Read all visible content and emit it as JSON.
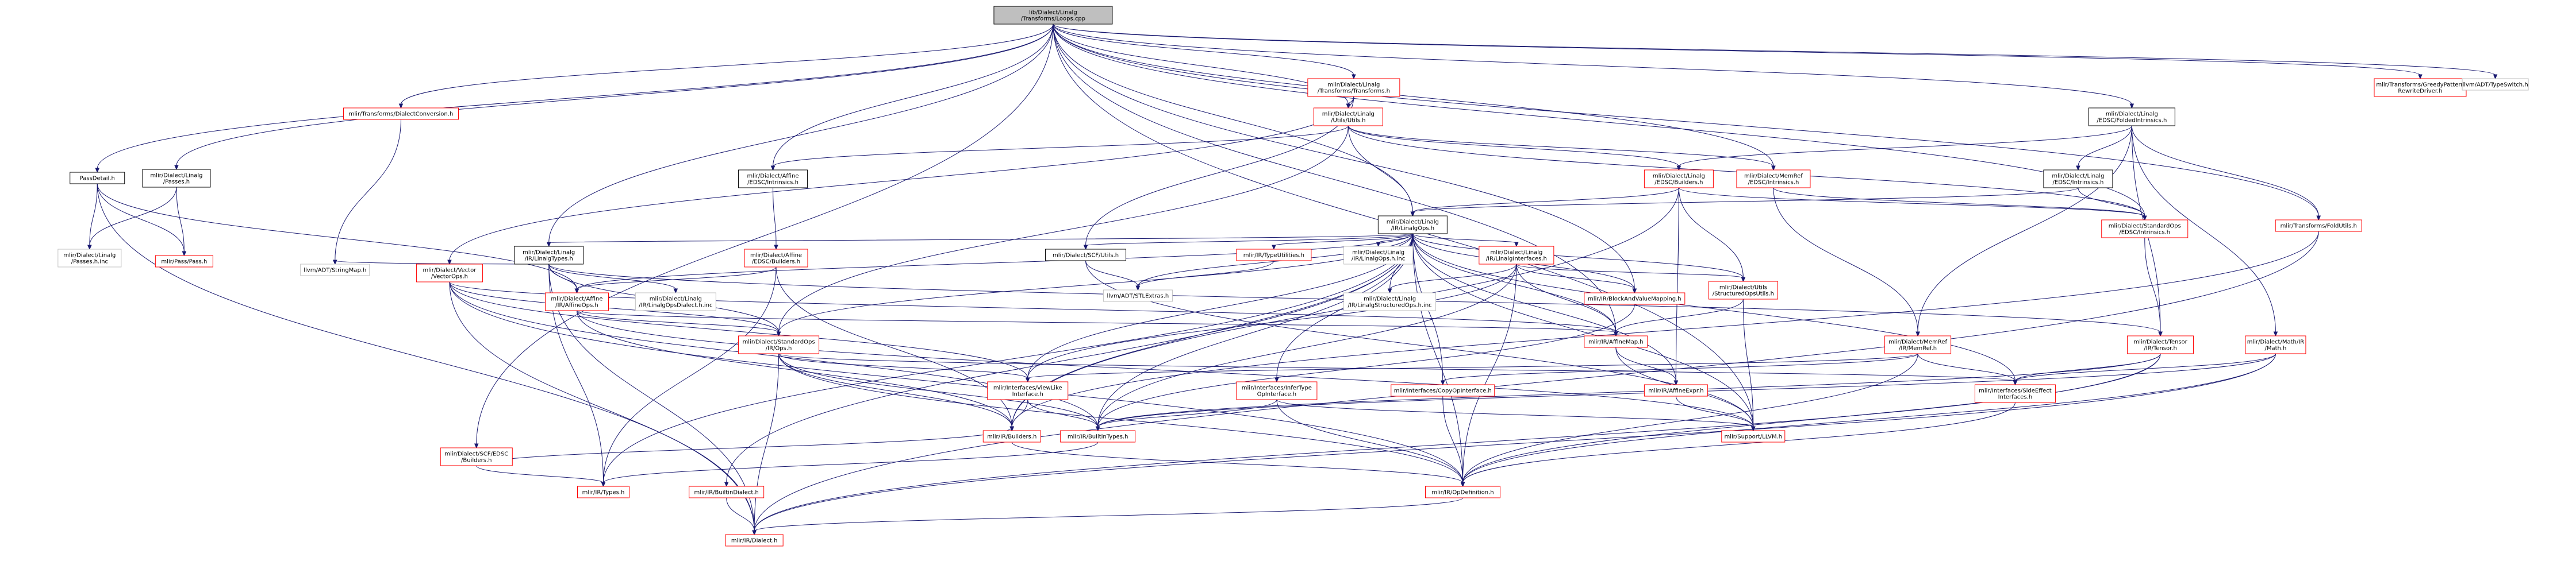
{
  "nodes": [
    {
      "id": "root",
      "lines": [
        "lib/Dialect/Linalg",
        "/Transforms/Loops.cpp"
      ],
      "kind": "root"
    },
    {
      "id": "passdetail",
      "lines": [
        "PassDetail.h"
      ],
      "kind": "black"
    },
    {
      "id": "linalgpasses",
      "lines": [
        "mlir/Dialect/Linalg",
        "/Passes.h"
      ],
      "kind": "black"
    },
    {
      "id": "scfedsc",
      "lines": [
        "mlir/Dialect/SCF/EDSC",
        "/Builders.h"
      ],
      "kind": "red"
    },
    {
      "id": "dialectconv",
      "lines": [
        "mlir/Transforms/DialectConversion.h"
      ],
      "kind": "red"
    },
    {
      "id": "linalgtypes",
      "lines": [
        "mlir/Dialect/Linalg",
        "/IR/LinalgTypes.h"
      ],
      "kind": "black"
    },
    {
      "id": "linalgtransforms",
      "lines": [
        "mlir/Dialect/Linalg",
        "/Transforms/Transforms.h"
      ],
      "kind": "red"
    },
    {
      "id": "affineintr",
      "lines": [
        "mlir/Dialect/Affine",
        "/EDSC/Intrinsics.h"
      ],
      "kind": "black"
    },
    {
      "id": "linalgutils",
      "lines": [
        "mlir/Dialect/Linalg",
        "/Utils/Utils.h"
      ],
      "kind": "red"
    },
    {
      "id": "linalgedscb",
      "lines": [
        "mlir/Dialect/Linalg",
        "/EDSC/Builders.h"
      ],
      "kind": "red"
    },
    {
      "id": "memrefintr",
      "lines": [
        "mlir/Dialect/MemRef",
        "/EDSC/Intrinsics.h"
      ],
      "kind": "red"
    },
    {
      "id": "foldedintr",
      "lines": [
        "mlir/Dialect/Linalg",
        "/EDSC/FoldedIntrinsics.h"
      ],
      "kind": "black"
    },
    {
      "id": "linalgintr",
      "lines": [
        "mlir/Dialect/Linalg",
        "/EDSC/Intrinsics.h"
      ],
      "kind": "black"
    },
    {
      "id": "stdintr",
      "lines": [
        "mlir/Dialect/StandardOps",
        "/EDSC/Intrinsics.h"
      ],
      "kind": "red"
    },
    {
      "id": "foldutils",
      "lines": [
        "mlir/Transforms/FoldUtils.h"
      ],
      "kind": "red"
    },
    {
      "id": "greedy",
      "lines": [
        "mlir/Transforms/GreedyPattern",
        "RewriteDriver.h"
      ],
      "kind": "red"
    },
    {
      "id": "typeswitch",
      "lines": [
        "llvm/ADT/TypeSwitch.h"
      ],
      "kind": "grey"
    },
    {
      "id": "linalgops",
      "lines": [
        "mlir/Dialect/Linalg",
        "/IR/LinalgOps.h"
      ],
      "kind": "black"
    },
    {
      "id": "affineedscb",
      "lines": [
        "mlir/Dialect/Affine",
        "/EDSC/Builders.h"
      ],
      "kind": "red"
    },
    {
      "id": "scfutils",
      "lines": [
        "mlir/Dialect/SCF/Utils.h"
      ],
      "kind": "black"
    },
    {
      "id": "typeutil",
      "lines": [
        "mlir/IR/TypeUtilities.h"
      ],
      "kind": "red"
    },
    {
      "id": "linalgopsinc",
      "lines": [
        "mlir/Dialect/Linalg",
        "/IR/LinalgOps.h.inc"
      ],
      "kind": "grey"
    },
    {
      "id": "linalgifaces",
      "lines": [
        "mlir/Dialect/Linalg",
        "/IR/LinalgInterfaces.h"
      ],
      "kind": "red"
    },
    {
      "id": "linalgpassesinc",
      "lines": [
        "mlir/Dialect/Linalg",
        "/Passes.h.inc"
      ],
      "kind": "grey"
    },
    {
      "id": "pass",
      "lines": [
        "mlir/Pass/Pass.h"
      ],
      "kind": "red"
    },
    {
      "id": "stringmap",
      "lines": [
        "llvm/ADT/StringMap.h"
      ],
      "kind": "grey"
    },
    {
      "id": "vectorops",
      "lines": [
        "mlir/Dialect/Vector",
        "/VectorOps.h"
      ],
      "kind": "red"
    },
    {
      "id": "affineops",
      "lines": [
        "mlir/Dialect/Affine",
        "/IR/AffineOps.h"
      ],
      "kind": "red"
    },
    {
      "id": "linalgopsdialect",
      "lines": [
        "mlir/Dialect/Linalg",
        "/IR/LinalgOpsDialect.h.inc"
      ],
      "kind": "grey"
    },
    {
      "id": "stlextras",
      "lines": [
        "llvm/ADT/STLExtras.h"
      ],
      "kind": "grey"
    },
    {
      "id": "linalgstructinc",
      "lines": [
        "mlir/Dialect/Linalg",
        "/IR/LinalgStructuredOps.h.inc"
      ],
      "kind": "grey"
    },
    {
      "id": "blockmapping",
      "lines": [
        "mlir/IR/BlockAndValueMapping.h"
      ],
      "kind": "red"
    },
    {
      "id": "structopsutils",
      "lines": [
        "mlir/Dialect/Utils",
        "/StructuredOpsUtils.h"
      ],
      "kind": "red"
    },
    {
      "id": "memrefintr2_tensor",
      "lines": [
        "mlir/Dialect/Tensor",
        "/IR/Tensor.h"
      ],
      "kind": "red"
    },
    {
      "id": "memrefir",
      "lines": [
        "mlir/Dialect/MemRef",
        "/IR/MemRef.h"
      ],
      "kind": "red"
    },
    {
      "id": "mathir",
      "lines": [
        "mlir/Dialect/Math/IR",
        "/Math.h"
      ],
      "kind": "red"
    },
    {
      "id": "stdops",
      "lines": [
        "mlir/Dialect/StandardOps",
        "/IR/Ops.h"
      ],
      "kind": "red"
    },
    {
      "id": "affinemap",
      "lines": [
        "mlir/IR/AffineMap.h"
      ],
      "kind": "red"
    },
    {
      "id": "viewlike",
      "lines": [
        "mlir/Interfaces/ViewLike",
        "Interface.h"
      ],
      "kind": "red"
    },
    {
      "id": "infertype",
      "lines": [
        "mlir/Interfaces/InferType",
        "OpInterface.h"
      ],
      "kind": "red"
    },
    {
      "id": "copyop",
      "lines": [
        "mlir/Interfaces/CopyOpInterface.h"
      ],
      "kind": "red"
    },
    {
      "id": "affineexpr",
      "lines": [
        "mlir/IR/AffineExpr.h"
      ],
      "kind": "red"
    },
    {
      "id": "sideeffect",
      "lines": [
        "mlir/Interfaces/SideEffect",
        "Interfaces.h"
      ],
      "kind": "red"
    },
    {
      "id": "builders",
      "lines": [
        "mlir/IR/Builders.h"
      ],
      "kind": "red"
    },
    {
      "id": "builtintypes",
      "lines": [
        "mlir/IR/BuiltinTypes.h"
      ],
      "kind": "red"
    },
    {
      "id": "llvmh",
      "lines": [
        "mlir/Support/LLVM.h"
      ],
      "kind": "red"
    },
    {
      "id": "types",
      "lines": [
        "mlir/IR/Types.h"
      ],
      "kind": "red"
    },
    {
      "id": "builtindialect",
      "lines": [
        "mlir/IR/BuiltinDialect.h"
      ],
      "kind": "red"
    },
    {
      "id": "opdef",
      "lines": [
        "mlir/IR/OpDefinition.h"
      ],
      "kind": "red"
    },
    {
      "id": "dialect",
      "lines": [
        "mlir/IR/Dialect.h"
      ],
      "kind": "red"
    }
  ],
  "edges": [
    [
      "root",
      "passdetail"
    ],
    [
      "root",
      "linalgpasses"
    ],
    [
      "root",
      "scfedsc"
    ],
    [
      "root",
      "dialectconv"
    ],
    [
      "root",
      "linalgtypes"
    ],
    [
      "root",
      "linalgtransforms"
    ],
    [
      "root",
      "affineintr"
    ],
    [
      "root",
      "linalgutils"
    ],
    [
      "root",
      "linalgops"
    ],
    [
      "root",
      "memrefintr"
    ],
    [
      "root",
      "foldedintr"
    ],
    [
      "root",
      "stdintr"
    ],
    [
      "root",
      "foldutils"
    ],
    [
      "root",
      "greedy"
    ],
    [
      "root",
      "typeswitch"
    ],
    [
      "root",
      "blockmapping"
    ],
    [
      "root",
      "affinemap"
    ],
    [
      "root",
      "llvmh"
    ],
    [
      "passdetail",
      "linalgpassesinc"
    ],
    [
      "passdetail",
      "pass"
    ],
    [
      "passdetail",
      "affineops"
    ],
    [
      "passdetail",
      "dialect"
    ],
    [
      "linalgpasses",
      "linalgpassesinc"
    ],
    [
      "linalgpasses",
      "pass"
    ],
    [
      "scfedsc",
      "builders"
    ],
    [
      "scfedsc",
      "types"
    ],
    [
      "dialectconv",
      "stringmap"
    ],
    [
      "linalgtransforms",
      "linalgutils"
    ],
    [
      "linalgtransforms",
      "scfutils"
    ],
    [
      "linalgtransforms",
      "vectorops"
    ],
    [
      "linalgutils",
      "affineintr"
    ],
    [
      "linalgutils",
      "linalgedscb"
    ],
    [
      "linalgutils",
      "memrefintr"
    ],
    [
      "linalgutils",
      "linalgops"
    ],
    [
      "linalgutils",
      "stdops"
    ],
    [
      "linalgutils",
      "stdintr"
    ],
    [
      "affineintr",
      "affineedscb"
    ],
    [
      "foldedintr",
      "linalgintr"
    ],
    [
      "foldedintr",
      "linalgedscb"
    ],
    [
      "foldedintr",
      "foldutils"
    ],
    [
      "foldedintr",
      "memrefir"
    ],
    [
      "foldedintr",
      "memrefintr2_tensor"
    ],
    [
      "foldedintr",
      "mathir"
    ],
    [
      "linalgintr",
      "stdintr"
    ],
    [
      "linalgintr",
      "linalgops"
    ],
    [
      "linalgedscb",
      "linalgops"
    ],
    [
      "linalgedscb",
      "stdintr"
    ],
    [
      "linalgedscb",
      "structopsutils"
    ],
    [
      "linalgedscb",
      "affineexpr"
    ],
    [
      "linalgedscb",
      "builders"
    ],
    [
      "memrefintr",
      "stdintr"
    ],
    [
      "memrefintr",
      "memrefir"
    ],
    [
      "stdintr",
      "memrefintr2_tensor"
    ],
    [
      "foldutils",
      "dialect"
    ],
    [
      "foldutils",
      "builders"
    ],
    [
      "linalgops",
      "linalgtypes"
    ],
    [
      "linalgops",
      "scfutils"
    ],
    [
      "linalgops",
      "typeutil"
    ],
    [
      "linalgops",
      "linalgopsinc"
    ],
    [
      "linalgops",
      "linalgifaces"
    ],
    [
      "linalgops",
      "stdops"
    ],
    [
      "linalgops",
      "affineops"
    ],
    [
      "linalgops",
      "stlextras"
    ],
    [
      "linalgops",
      "linalgstructinc"
    ],
    [
      "linalgops",
      "blockmapping"
    ],
    [
      "linalgops",
      "structopsutils"
    ],
    [
      "linalgops",
      "affinemap"
    ],
    [
      "linalgops",
      "viewlike"
    ],
    [
      "linalgops",
      "infertype"
    ],
    [
      "linalgops",
      "copyop"
    ],
    [
      "linalgops",
      "sideeffect"
    ],
    [
      "linalgops",
      "builders"
    ],
    [
      "linalgops",
      "builtintypes"
    ],
    [
      "linalgops",
      "types"
    ],
    [
      "linalgops",
      "builtindialect"
    ],
    [
      "linalgops",
      "opdef"
    ],
    [
      "linalgops",
      "llvmh"
    ],
    [
      "linalgops",
      "affineexpr"
    ],
    [
      "affineedscb",
      "affineops"
    ],
    [
      "affineedscb",
      "types"
    ],
    [
      "affineedscb",
      "builders"
    ],
    [
      "scfutils",
      "stlextras"
    ],
    [
      "scfutils",
      "llvmh"
    ],
    [
      "typeutil",
      "stlextras"
    ],
    [
      "linalgifaces",
      "linalgstructinc"
    ],
    [
      "linalgifaces",
      "blockmapping"
    ],
    [
      "linalgifaces",
      "structopsutils"
    ],
    [
      "linalgifaces",
      "affinemap"
    ],
    [
      "linalgifaces",
      "viewlike"
    ],
    [
      "linalgifaces",
      "opdef"
    ],
    [
      "linalgifaces",
      "builtintypes"
    ],
    [
      "linalgtypes",
      "stringmap"
    ],
    [
      "linalgtypes",
      "affineops"
    ],
    [
      "linalgtypes",
      "linalgopsdialect"
    ],
    [
      "linalgtypes",
      "dialect"
    ],
    [
      "linalgtypes",
      "types"
    ],
    [
      "linalgtypes",
      "memrefintr2_tensor"
    ],
    [
      "linalgtypes",
      "stdops"
    ],
    [
      "vectorops",
      "affinemap"
    ],
    [
      "vectorops",
      "stdops"
    ],
    [
      "vectorops",
      "viewlike"
    ],
    [
      "vectorops",
      "builtintypes"
    ],
    [
      "vectorops",
      "dialect"
    ],
    [
      "vectorops",
      "opdef"
    ],
    [
      "affineops",
      "affinemap"
    ],
    [
      "affineops",
      "stdops"
    ],
    [
      "affineops",
      "builders"
    ],
    [
      "affineops",
      "llvmh"
    ],
    [
      "structopsutils",
      "affinemap"
    ],
    [
      "structopsutils",
      "llvmh"
    ],
    [
      "memrefintr2_tensor",
      "sideeffect"
    ],
    [
      "memrefintr2_tensor",
      "builtintypes"
    ],
    [
      "memrefintr2_tensor",
      "opdef"
    ],
    [
      "memrefintr2_tensor",
      "dialect"
    ],
    [
      "memrefir",
      "copyop"
    ],
    [
      "memrefir",
      "sideeffect"
    ],
    [
      "memrefir",
      "viewlike"
    ],
    [
      "memrefir",
      "opdef"
    ],
    [
      "mathir",
      "sideeffect"
    ],
    [
      "mathir",
      "builtintypes"
    ],
    [
      "mathir",
      "dialect"
    ],
    [
      "mathir",
      "opdef"
    ],
    [
      "stdops",
      "viewlike"
    ],
    [
      "stdops",
      "sideeffect"
    ],
    [
      "stdops",
      "builders"
    ],
    [
      "stdops",
      "builtintypes"
    ],
    [
      "stdops",
      "dialect"
    ],
    [
      "stdops",
      "opdef"
    ],
    [
      "affinemap",
      "affineexpr"
    ],
    [
      "affinemap",
      "llvmh"
    ],
    [
      "viewlike",
      "builders"
    ],
    [
      "viewlike",
      "builtintypes"
    ],
    [
      "infertype",
      "builtintypes"
    ],
    [
      "infertype",
      "opdef"
    ],
    [
      "infertype",
      "llvmh"
    ],
    [
      "copyop",
      "opdef"
    ],
    [
      "affineexpr",
      "llvmh"
    ],
    [
      "sideeffect",
      "opdef"
    ],
    [
      "builders",
      "opdef"
    ],
    [
      "builtintypes",
      "types"
    ],
    [
      "builtindialect",
      "dialect"
    ],
    [
      "opdef",
      "dialect"
    ],
    [
      "blockmapping",
      "builtintypes"
    ]
  ]
}
